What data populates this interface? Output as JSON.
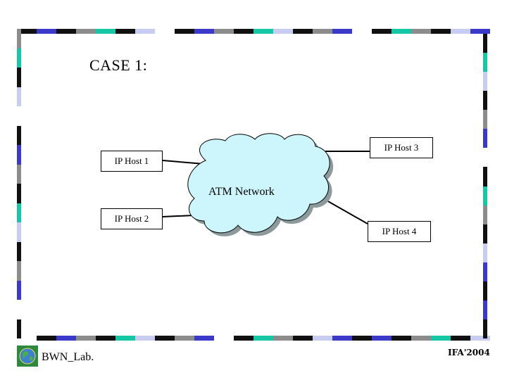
{
  "slide": {
    "title": "CASE 1:",
    "footer_left": "BWN_Lab.",
    "footer_right": "IFA'2004"
  },
  "diagram": {
    "network": {
      "label": "ATM Network",
      "fill": "#ccf6fb",
      "shadow": "#8d9a9c"
    },
    "hosts": [
      {
        "label": "IP Host 1"
      },
      {
        "label": "IP Host 2"
      },
      {
        "label": "IP Host 3"
      },
      {
        "label": "IP Host 4"
      }
    ]
  },
  "colors": {
    "border_palette": [
      "#111111",
      "#3a39c9",
      "#16c7a5",
      "#c9ccf2",
      "#8c8c8c",
      "#ffffff"
    ]
  },
  "icons": {
    "logo": "globe-logo-icon"
  }
}
